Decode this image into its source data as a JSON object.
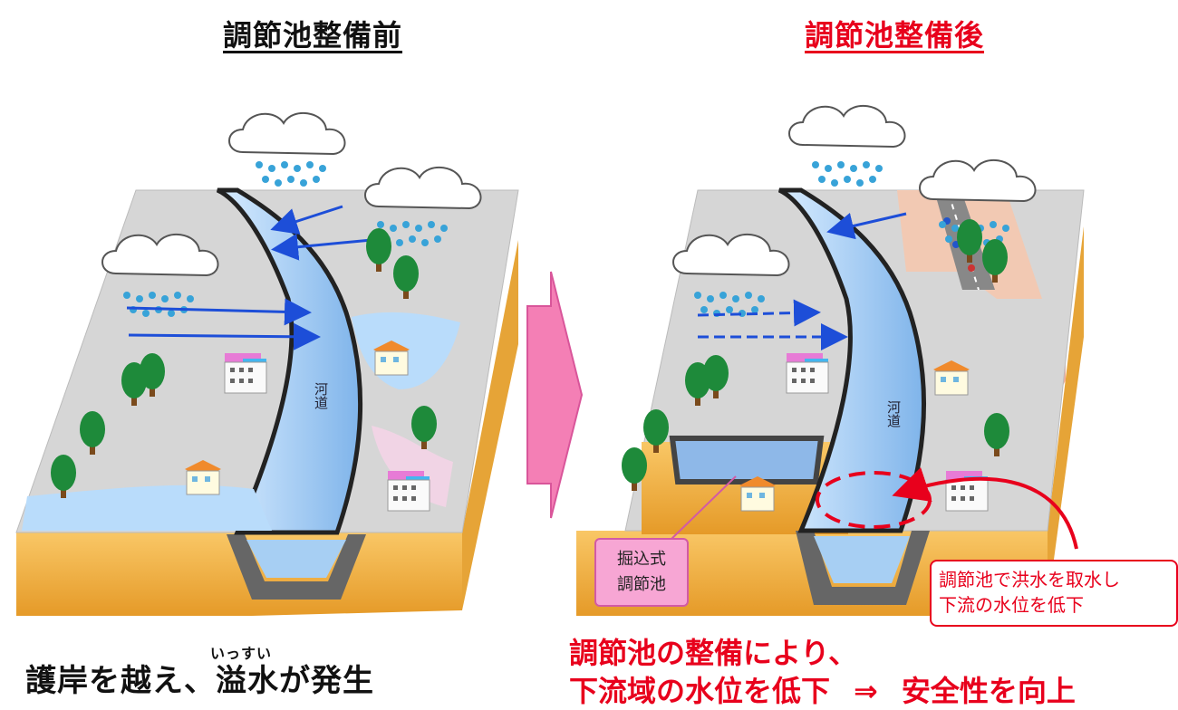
{
  "titles": {
    "before": "調節池整備前",
    "after": "調節池整備後"
  },
  "labels": {
    "river_left": "河道",
    "river_right": "河道",
    "pond": [
      "掘込式",
      "調節池"
    ],
    "callout": [
      "調節池で洪水を取水し",
      "下流の水位を低下"
    ]
  },
  "captions": {
    "left_ruby": "いっすい",
    "left": "護岸を越え、溢水が発生",
    "right_line1": "調節池の整備により、",
    "right_line2a": "下流域の水位を低下",
    "right_arrow": "⇒",
    "right_line2b": "安全性を向上"
  },
  "colors": {
    "accent_red": "#e8001c",
    "water": "#9fc9f2",
    "ground": "#d6d6d6",
    "soil": "#f3b84a",
    "arrow_pink": "#f47fb5"
  }
}
